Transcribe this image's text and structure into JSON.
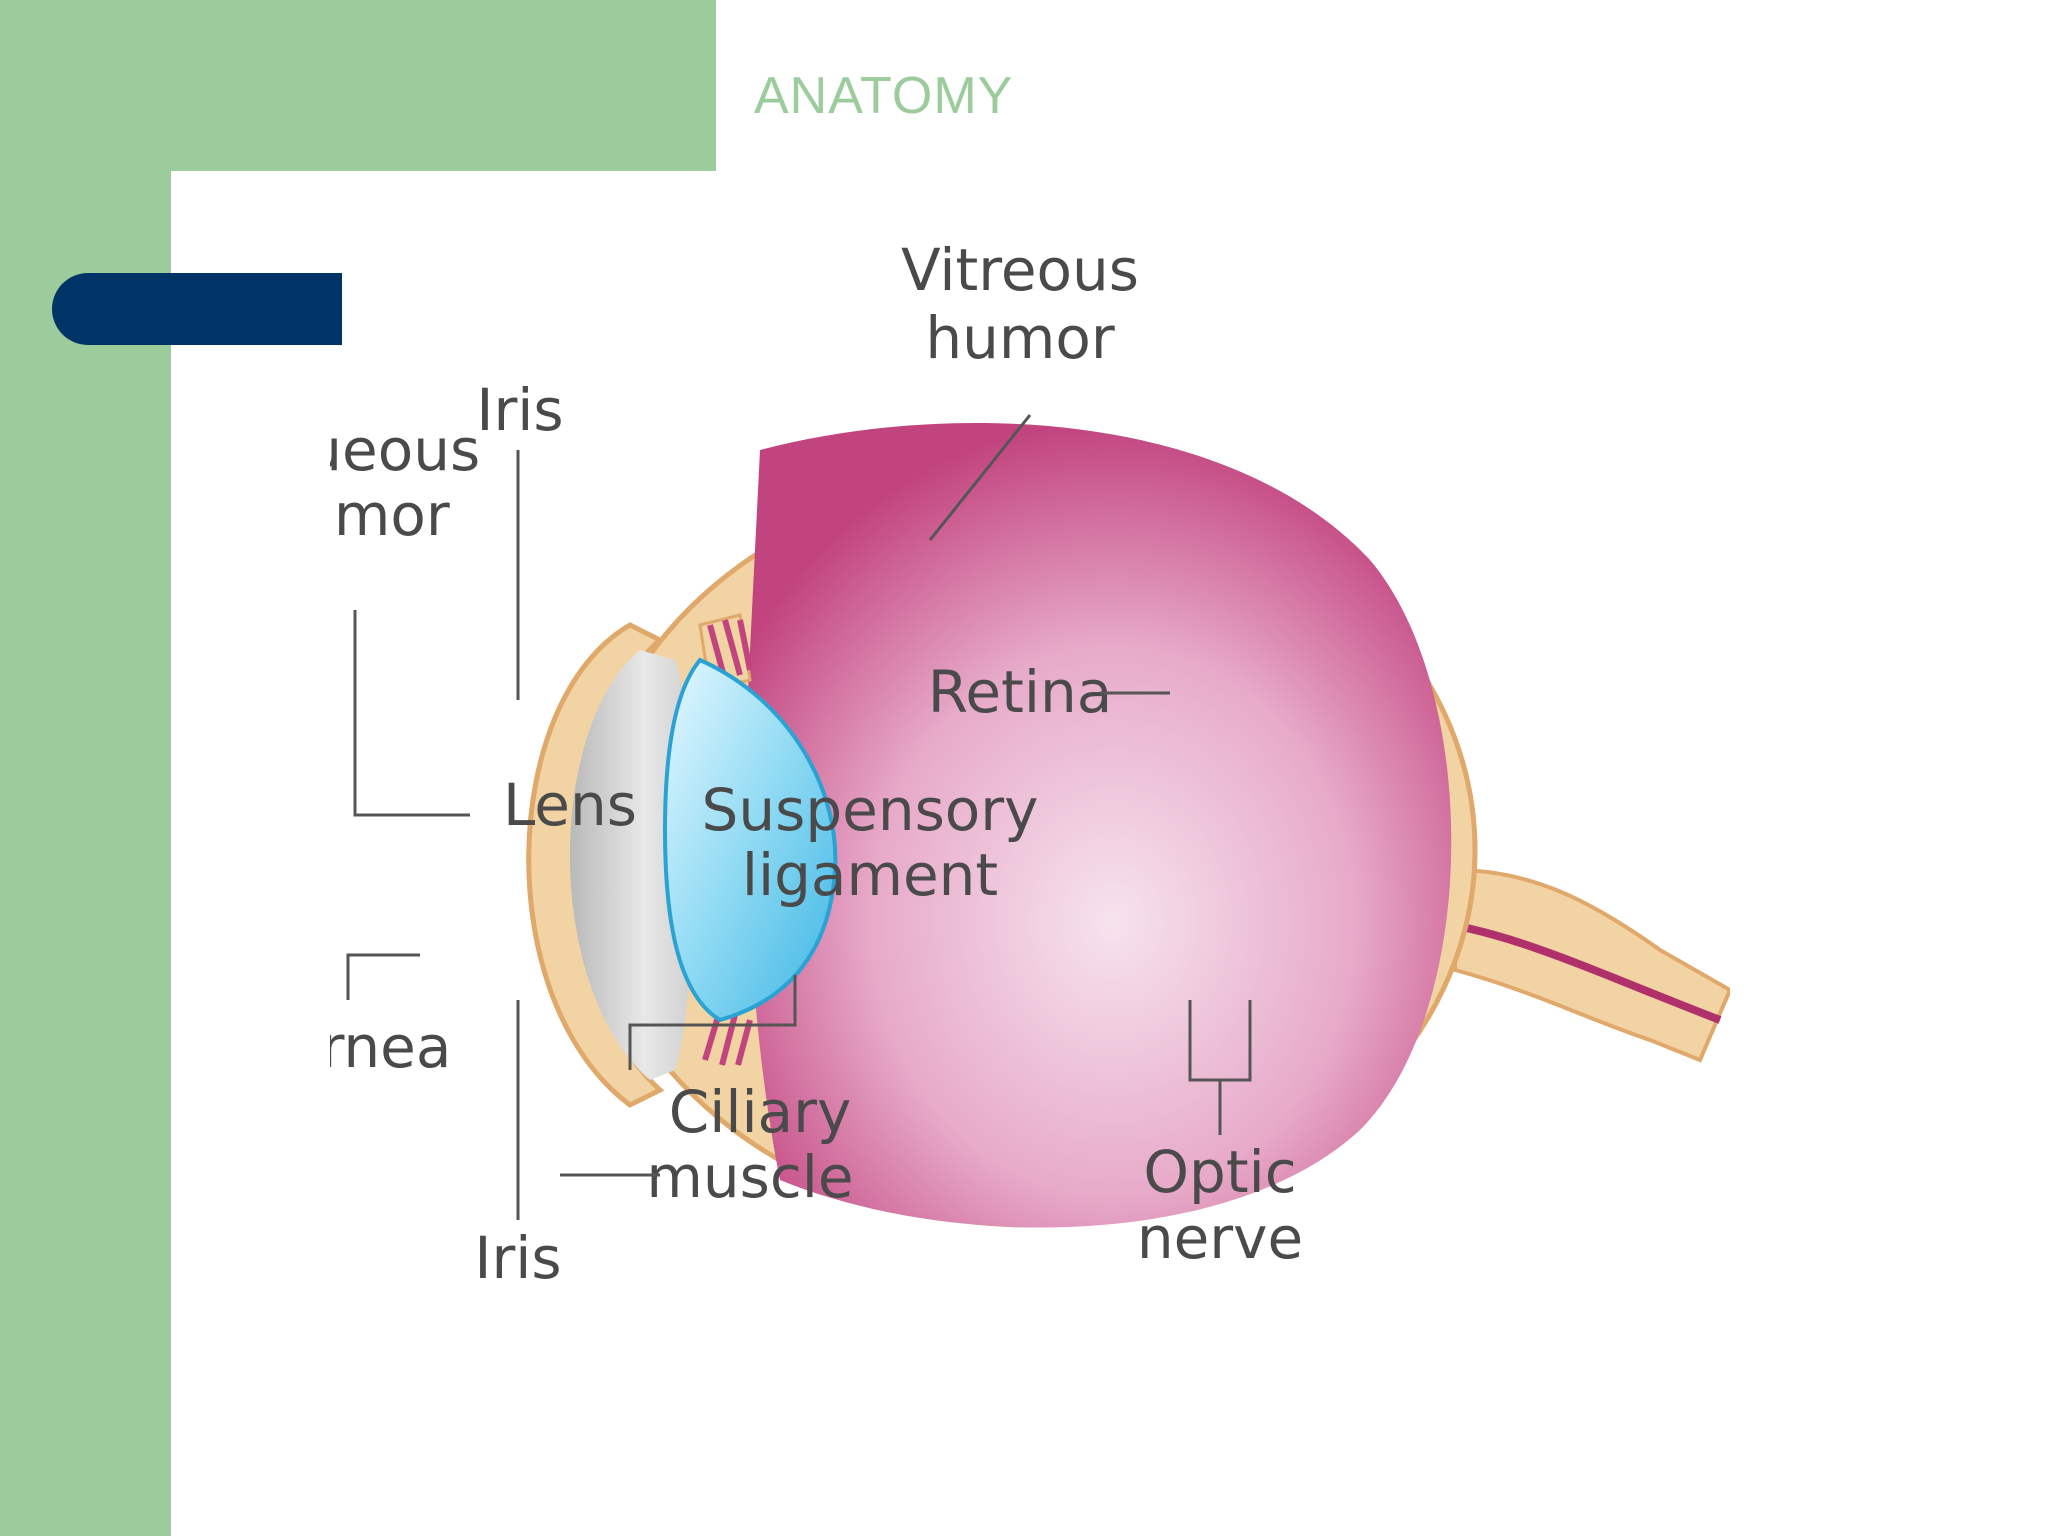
{
  "slide": {
    "title": "ANATOMY"
  },
  "colors": {
    "accent_green": "#9ccc9c",
    "accent_navy": "#003366",
    "title": "#9ccc9c",
    "vitreous": "#c8568f",
    "sclera": "#f2d3a3",
    "lens": "#7fd0ee",
    "cornea": "#cfcfcf"
  },
  "diagram": {
    "labels": {
      "vitreous_line1": "Vitreous",
      "vitreous_line2": "humor",
      "iris_top": "Iris",
      "aqueous_line1": "Aqueous",
      "aqueous_line2": "humor",
      "retina": "Retina",
      "lens": "Lens",
      "suspensory_line1": "Suspensory",
      "suspensory_line2": "ligament",
      "cornea": "Cornea",
      "ciliary_line1": "Ciliary",
      "ciliary_line2": "muscle",
      "iris_bottom": "Iris",
      "optic_line1": "Optic",
      "optic_line2": "nerve"
    }
  }
}
